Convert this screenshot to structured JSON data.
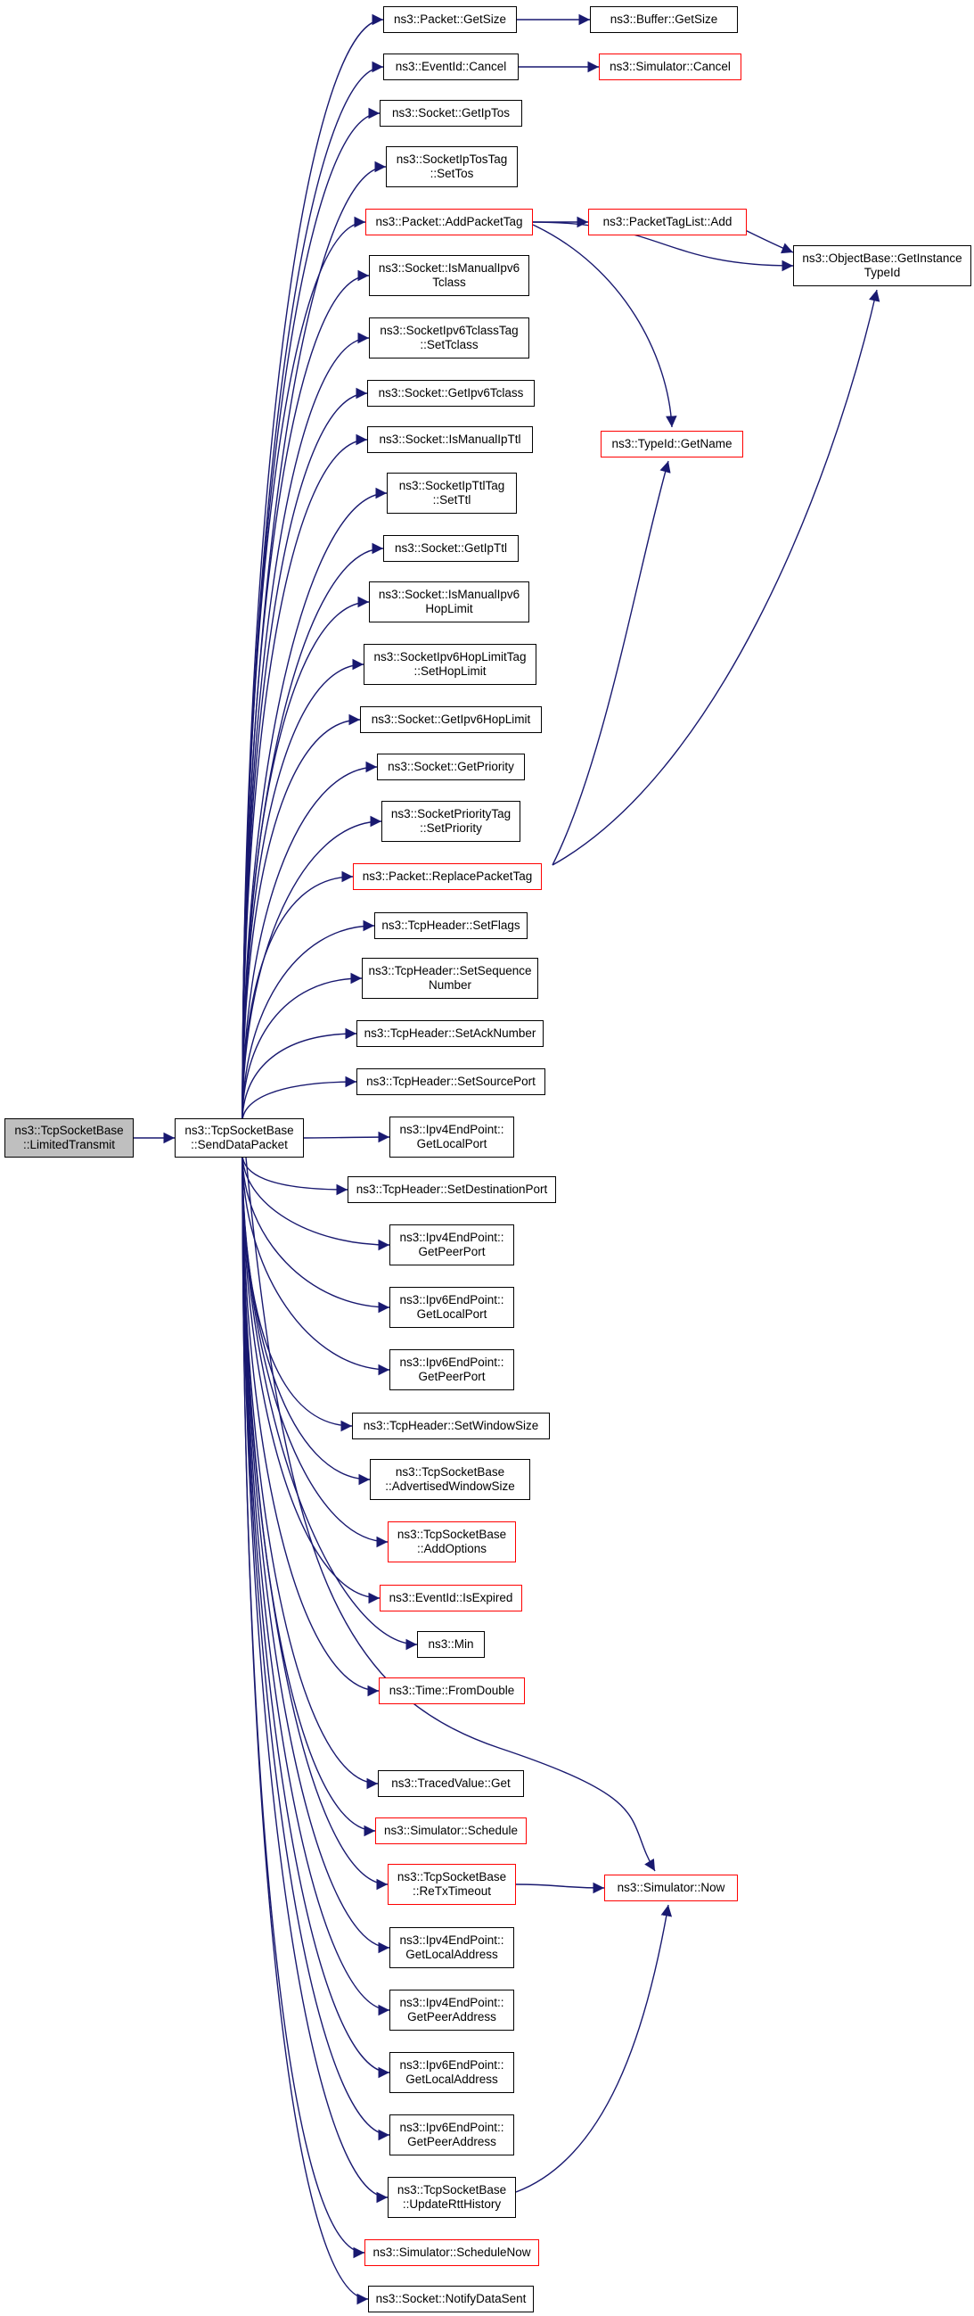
{
  "colors": {
    "edge": "#191970",
    "node_border": "#000000",
    "incomplete_border": "#ff0000",
    "focus_fill": "#bfbfbf"
  },
  "nodes": {
    "limited_transmit": {
      "lines": [
        "ns3::TcpSocketBase",
        "::LimitedTransmit"
      ],
      "style": "focus"
    },
    "send_data_packet": {
      "lines": [
        "ns3::TcpSocketBase",
        "::SendDataPacket"
      ],
      "style": "normal"
    },
    "packet_getsize": {
      "lines": [
        "ns3::Packet::GetSize"
      ],
      "style": "normal"
    },
    "buffer_getsize": {
      "lines": [
        "ns3::Buffer::GetSize"
      ],
      "style": "normal"
    },
    "eventid_cancel": {
      "lines": [
        "ns3::EventId::Cancel"
      ],
      "style": "normal"
    },
    "simulator_cancel": {
      "lines": [
        "ns3::Simulator::Cancel"
      ],
      "style": "incomplete"
    },
    "socket_getiptos": {
      "lines": [
        "ns3::Socket::GetIpTos"
      ],
      "style": "normal"
    },
    "iptostag_settos": {
      "lines": [
        "ns3::SocketIpTosTag",
        "::SetTos"
      ],
      "style": "normal"
    },
    "packet_addpackettag": {
      "lines": [
        "ns3::Packet::AddPacketTag"
      ],
      "style": "incomplete"
    },
    "packettaglist_add": {
      "lines": [
        "ns3::PacketTagList::Add"
      ],
      "style": "incomplete"
    },
    "objectbase_getinstancetypeid": {
      "lines": [
        "ns3::ObjectBase::GetInstance",
        "TypeId"
      ],
      "style": "normal"
    },
    "socket_ismanualipv6tclass": {
      "lines": [
        "ns3::Socket::IsManualIpv6",
        "Tclass"
      ],
      "style": "normal"
    },
    "ipv6tclasstag_settclass": {
      "lines": [
        "ns3::SocketIpv6TclassTag",
        "::SetTclass"
      ],
      "style": "normal"
    },
    "socket_getipv6tclass": {
      "lines": [
        "ns3::Socket::GetIpv6Tclass"
      ],
      "style": "normal"
    },
    "socket_ismanualipttl": {
      "lines": [
        "ns3::Socket::IsManualIpTtl"
      ],
      "style": "normal"
    },
    "typeid_getname": {
      "lines": [
        "ns3::TypeId::GetName"
      ],
      "style": "incomplete"
    },
    "ipttltag_setttl": {
      "lines": [
        "ns3::SocketIpTtlTag",
        "::SetTtl"
      ],
      "style": "normal"
    },
    "socket_getipttl": {
      "lines": [
        "ns3::Socket::GetIpTtl"
      ],
      "style": "normal"
    },
    "socket_ismanualipv6hoplimit": {
      "lines": [
        "ns3::Socket::IsManualIpv6",
        "HopLimit"
      ],
      "style": "normal"
    },
    "ipv6hoplimittag_sethoplimit": {
      "lines": [
        "ns3::SocketIpv6HopLimitTag",
        "::SetHopLimit"
      ],
      "style": "normal"
    },
    "socket_getipv6hoplimit": {
      "lines": [
        "ns3::Socket::GetIpv6HopLimit"
      ],
      "style": "normal"
    },
    "socket_getpriority": {
      "lines": [
        "ns3::Socket::GetPriority"
      ],
      "style": "normal"
    },
    "prioritytag_setpriority": {
      "lines": [
        "ns3::SocketPriorityTag",
        "::SetPriority"
      ],
      "style": "normal"
    },
    "packet_replacepackettag": {
      "lines": [
        "ns3::Packet::ReplacePacketTag"
      ],
      "style": "incomplete"
    },
    "tcpheader_setflags": {
      "lines": [
        "ns3::TcpHeader::SetFlags"
      ],
      "style": "normal"
    },
    "tcpheader_setsequencenumber": {
      "lines": [
        "ns3::TcpHeader::SetSequence",
        "Number"
      ],
      "style": "normal"
    },
    "tcpheader_setacknumber": {
      "lines": [
        "ns3::TcpHeader::SetAckNumber"
      ],
      "style": "normal"
    },
    "tcpheader_setsourceport": {
      "lines": [
        "ns3::TcpHeader::SetSourcePort"
      ],
      "style": "normal"
    },
    "ipv4endpoint_getlocalport": {
      "lines": [
        "ns3::Ipv4EndPoint::",
        "GetLocalPort"
      ],
      "style": "normal"
    },
    "tcpheader_setdestinationport": {
      "lines": [
        "ns3::TcpHeader::SetDestinationPort"
      ],
      "style": "normal"
    },
    "ipv4endpoint_getpeerport": {
      "lines": [
        "ns3::Ipv4EndPoint::",
        "GetPeerPort"
      ],
      "style": "normal"
    },
    "ipv6endpoint_getlocalport": {
      "lines": [
        "ns3::Ipv6EndPoint::",
        "GetLocalPort"
      ],
      "style": "normal"
    },
    "ipv6endpoint_getpeerport": {
      "lines": [
        "ns3::Ipv6EndPoint::",
        "GetPeerPort"
      ],
      "style": "normal"
    },
    "tcpheader_setwindowsize": {
      "lines": [
        "ns3::TcpHeader::SetWindowSize"
      ],
      "style": "normal"
    },
    "tcpsocketbase_advertisedwindowsize": {
      "lines": [
        "ns3::TcpSocketBase",
        "::AdvertisedWindowSize"
      ],
      "style": "normal"
    },
    "tcpsocketbase_addoptions": {
      "lines": [
        "ns3::TcpSocketBase",
        "::AddOptions"
      ],
      "style": "incomplete"
    },
    "eventid_isexpired": {
      "lines": [
        "ns3::EventId::IsExpired"
      ],
      "style": "incomplete"
    },
    "ns3_min": {
      "lines": [
        "ns3::Min"
      ],
      "style": "normal"
    },
    "time_fromdouble": {
      "lines": [
        "ns3::Time::FromDouble"
      ],
      "style": "incomplete"
    },
    "tracedvalue_get": {
      "lines": [
        "ns3::TracedValue::Get"
      ],
      "style": "normal"
    },
    "simulator_schedule": {
      "lines": [
        "ns3::Simulator::Schedule"
      ],
      "style": "incomplete"
    },
    "tcpsocketbase_retxtimeout": {
      "lines": [
        "ns3::TcpSocketBase",
        "::ReTxTimeout"
      ],
      "style": "incomplete"
    },
    "simulator_now": {
      "lines": [
        "ns3::Simulator::Now"
      ],
      "style": "incomplete"
    },
    "ipv4endpoint_getlocaladdress": {
      "lines": [
        "ns3::Ipv4EndPoint::",
        "GetLocalAddress"
      ],
      "style": "normal"
    },
    "ipv4endpoint_getpeeraddress": {
      "lines": [
        "ns3::Ipv4EndPoint::",
        "GetPeerAddress"
      ],
      "style": "normal"
    },
    "ipv6endpoint_getlocaladdress": {
      "lines": [
        "ns3::Ipv6EndPoint::",
        "GetLocalAddress"
      ],
      "style": "normal"
    },
    "ipv6endpoint_getpeeraddress": {
      "lines": [
        "ns3::Ipv6EndPoint::",
        "GetPeerAddress"
      ],
      "style": "normal"
    },
    "tcpsocketbase_updaterttthistory": {
      "lines": [
        "ns3::TcpSocketBase",
        "::UpdateRttHistory"
      ],
      "style": "normal"
    },
    "simulator_schedulenow": {
      "lines": [
        "ns3::Simulator::ScheduleNow"
      ],
      "style": "incomplete"
    },
    "socket_notifydatasent": {
      "lines": [
        "ns3::Socket::NotifyDataSent"
      ],
      "style": "normal"
    }
  },
  "edges": [
    [
      "limited_transmit",
      "send_data_packet"
    ],
    [
      "send_data_packet",
      "packet_getsize"
    ],
    [
      "send_data_packet",
      "eventid_cancel"
    ],
    [
      "send_data_packet",
      "socket_getiptos"
    ],
    [
      "send_data_packet",
      "iptostag_settos"
    ],
    [
      "send_data_packet",
      "packet_addpackettag"
    ],
    [
      "send_data_packet",
      "socket_ismanualipv6tclass"
    ],
    [
      "send_data_packet",
      "ipv6tclasstag_settclass"
    ],
    [
      "send_data_packet",
      "socket_getipv6tclass"
    ],
    [
      "send_data_packet",
      "socket_ismanualipttl"
    ],
    [
      "send_data_packet",
      "ipttltag_setttl"
    ],
    [
      "send_data_packet",
      "socket_getipttl"
    ],
    [
      "send_data_packet",
      "socket_ismanualipv6hoplimit"
    ],
    [
      "send_data_packet",
      "ipv6hoplimittag_sethoplimit"
    ],
    [
      "send_data_packet",
      "socket_getipv6hoplimit"
    ],
    [
      "send_data_packet",
      "socket_getpriority"
    ],
    [
      "send_data_packet",
      "prioritytag_setpriority"
    ],
    [
      "send_data_packet",
      "packet_replacepackettag"
    ],
    [
      "send_data_packet",
      "tcpheader_setflags"
    ],
    [
      "send_data_packet",
      "tcpheader_setsequencenumber"
    ],
    [
      "send_data_packet",
      "tcpheader_setacknumber"
    ],
    [
      "send_data_packet",
      "tcpheader_setsourceport"
    ],
    [
      "send_data_packet",
      "ipv4endpoint_getlocalport"
    ],
    [
      "send_data_packet",
      "tcpheader_setdestinationport"
    ],
    [
      "send_data_packet",
      "ipv4endpoint_getpeerport"
    ],
    [
      "send_data_packet",
      "ipv6endpoint_getlocalport"
    ],
    [
      "send_data_packet",
      "ipv6endpoint_getpeerport"
    ],
    [
      "send_data_packet",
      "tcpheader_setwindowsize"
    ],
    [
      "send_data_packet",
      "tcpsocketbase_advertisedwindowsize"
    ],
    [
      "send_data_packet",
      "tcpsocketbase_addoptions"
    ],
    [
      "send_data_packet",
      "eventid_isexpired"
    ],
    [
      "send_data_packet",
      "ns3_min"
    ],
    [
      "send_data_packet",
      "time_fromdouble"
    ],
    [
      "send_data_packet",
      "simulator_now"
    ],
    [
      "send_data_packet",
      "tracedvalue_get"
    ],
    [
      "send_data_packet",
      "simulator_schedule"
    ],
    [
      "send_data_packet",
      "tcpsocketbase_retxtimeout"
    ],
    [
      "send_data_packet",
      "ipv4endpoint_getlocaladdress"
    ],
    [
      "send_data_packet",
      "ipv4endpoint_getpeeraddress"
    ],
    [
      "send_data_packet",
      "ipv6endpoint_getlocaladdress"
    ],
    [
      "send_data_packet",
      "ipv6endpoint_getpeeraddress"
    ],
    [
      "send_data_packet",
      "tcpsocketbase_updaterttthistory"
    ],
    [
      "send_data_packet",
      "simulator_schedulenow"
    ],
    [
      "send_data_packet",
      "socket_notifydatasent"
    ],
    [
      "packet_getsize",
      "buffer_getsize"
    ],
    [
      "eventid_cancel",
      "simulator_cancel"
    ],
    [
      "packet_addpackettag",
      "packettaglist_add"
    ],
    [
      "packet_addpackettag",
      "objectbase_getinstancetypeid"
    ],
    [
      "packet_addpackettag",
      "typeid_getname"
    ],
    [
      "packettaglist_add",
      "objectbase_getinstancetypeid"
    ],
    [
      "packet_replacepackettag",
      "typeid_getname"
    ],
    [
      "packet_replacepackettag",
      "objectbase_getinstancetypeid"
    ],
    [
      "tcpsocketbase_retxtimeout",
      "simulator_now"
    ],
    [
      "tcpsocketbase_updaterttthistory",
      "simulator_now"
    ]
  ]
}
